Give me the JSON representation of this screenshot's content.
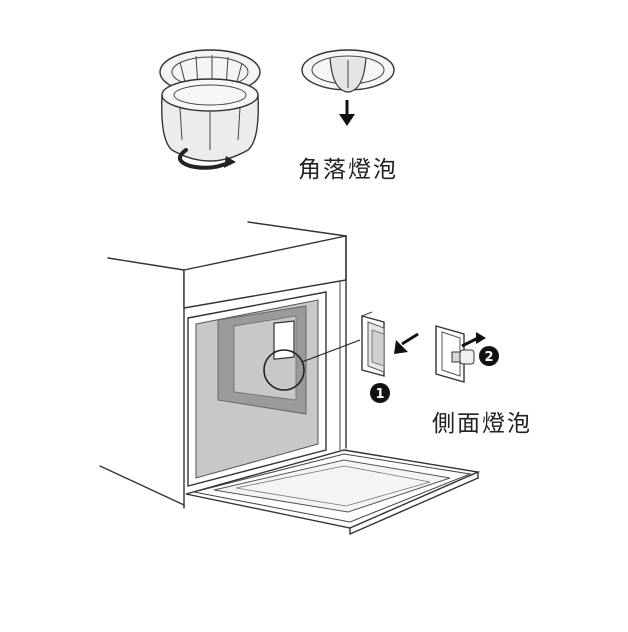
{
  "labels": {
    "corner_lamp": "角落燈泡",
    "side_lamp": "側面燈泡"
  },
  "steps": {
    "step1": "1",
    "step2": "2"
  },
  "colors": {
    "line": "#333333",
    "glass": "#c8c8c8",
    "glass_dark": "#8e8e8e",
    "badge": "#111111"
  }
}
